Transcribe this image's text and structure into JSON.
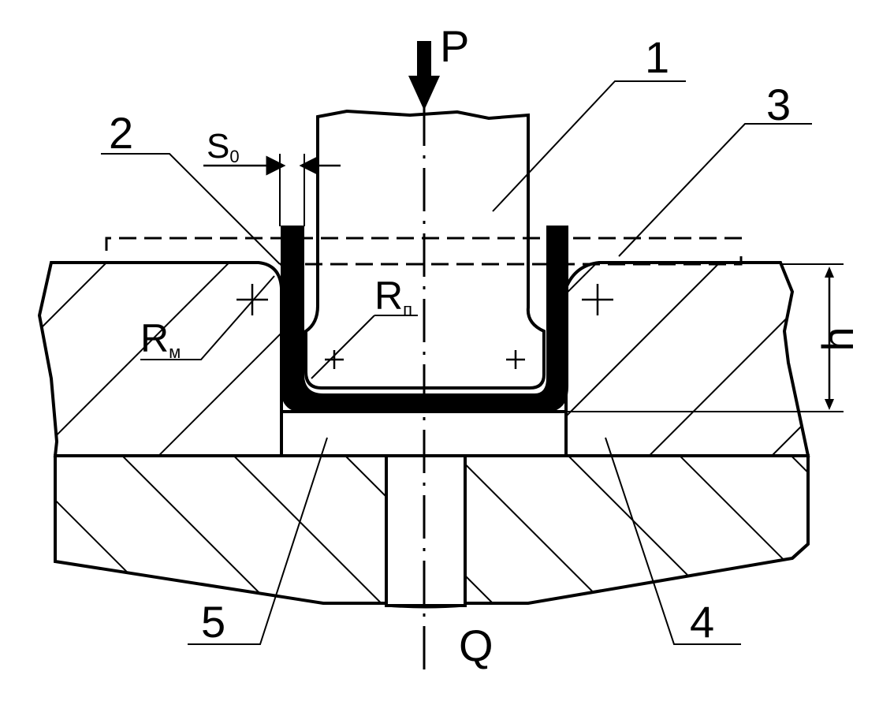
{
  "labels": {
    "force_top": "P",
    "force_bottom": "Q",
    "part_1": "1",
    "part_2": "2",
    "part_3": "3",
    "part_4": "4",
    "part_5": "5",
    "thickness": {
      "main": "S",
      "sub": "0"
    },
    "radius_die": {
      "main": "R",
      "sub": "м"
    },
    "radius_punch": {
      "main": "R",
      "sub": "п"
    },
    "depth": "h"
  },
  "colors": {
    "line": "#000000",
    "background": "#ffffff",
    "blank": "#000000"
  }
}
